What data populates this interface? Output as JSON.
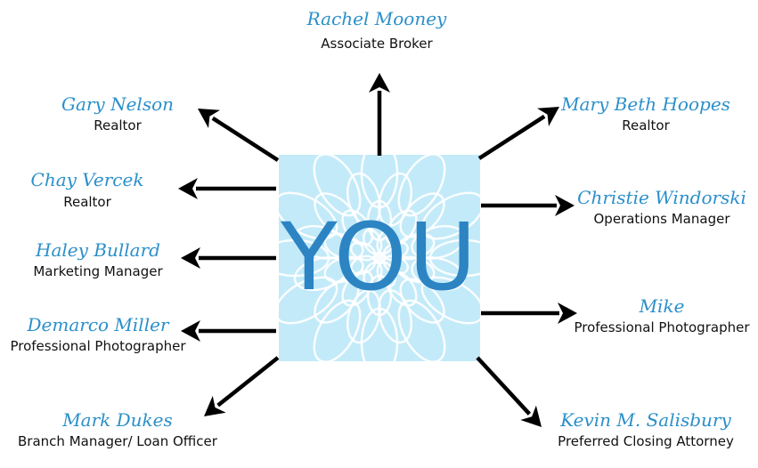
{
  "center": {
    "label": "YOU",
    "box_color": "#c3eaf8",
    "text_color": "#2c84c3"
  },
  "colors": {
    "name": "#2b8fca",
    "role": "#111111",
    "arrow": "#000000"
  },
  "contacts": [
    {
      "name": "Rachel Mooney",
      "role": "Associate Broker"
    },
    {
      "name": "Gary Nelson",
      "role": "Realtor"
    },
    {
      "name": "Chay Vercek",
      "role": "Realtor"
    },
    {
      "name": "Haley Bullard",
      "role": "Marketing Manager"
    },
    {
      "name": "Demarco Miller",
      "role": "Professional Photographer"
    },
    {
      "name": "Mark Dukes",
      "role": "Branch Manager/ Loan Officer"
    },
    {
      "name": "Mary Beth Hoopes",
      "role": "Realtor"
    },
    {
      "name": "Christie Windorski",
      "role": "Operations Manager"
    },
    {
      "name": "Mike",
      "role": "Professional Photographer"
    },
    {
      "name": "Kevin M. Salisbury",
      "role": "Preferred Closing Attorney"
    }
  ]
}
